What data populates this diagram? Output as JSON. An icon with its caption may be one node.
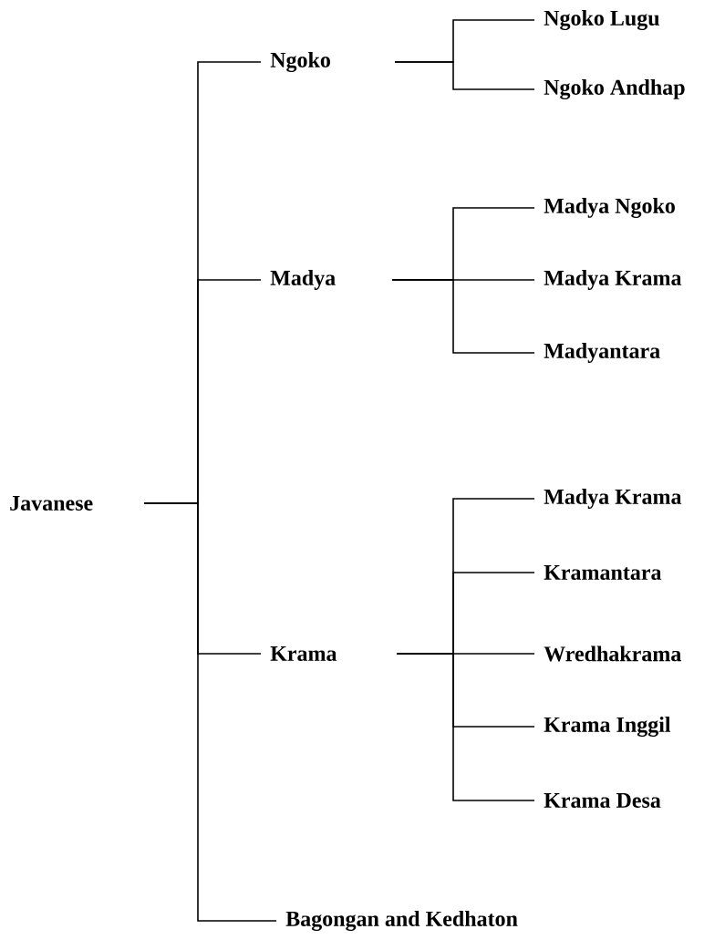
{
  "diagram": {
    "nodes": [
      {
        "text": [
          "Javanese"
        ]
      },
      {
        "text": [
          "Ngoko"
        ]
      },
      {
        "text": [
          "Madya"
        ]
      },
      {
        "text": [
          "Krama"
        ]
      },
      {
        "text": [
          "Bagongan and Kedhaton"
        ]
      },
      {
        "text": [
          "Ngoko Lugu"
        ]
      },
      {
        "text": [
          "Ngoko Andhap"
        ]
      },
      {
        "text": [
          "Madya Ngoko"
        ]
      },
      {
        "text": [
          "Madya Krama"
        ]
      },
      {
        "text": [
          "Madyantara"
        ]
      },
      {
        "text": [
          "Madya Krama"
        ]
      },
      {
        "text": [
          "Kramantara"
        ]
      },
      {
        "text": [
          "Wredhakrama"
        ]
      },
      {
        "text": [
          "Krama Inggil"
        ]
      },
      {
        "text": [
          "Krama Desa"
        ]
      }
    ],
    "edges": [
      {
        "from": 0,
        "to": 1,
        "arrow": "none"
      },
      {
        "from": 0,
        "to": 2,
        "arrow": "none"
      },
      {
        "from": 0,
        "to": 3,
        "arrow": "none"
      },
      {
        "from": 0,
        "to": 4,
        "arrow": "none"
      },
      {
        "from": 1,
        "to": 5,
        "arrow": "none"
      },
      {
        "from": 1,
        "to": 6,
        "arrow": "none"
      },
      {
        "from": 2,
        "to": 7,
        "arrow": "none"
      },
      {
        "from": 2,
        "to": 8,
        "arrow": "none"
      },
      {
        "from": 2,
        "to": 9,
        "arrow": "none"
      },
      {
        "from": 3,
        "to": 10,
        "arrow": "none"
      },
      {
        "from": 3,
        "to": 11,
        "arrow": "none"
      },
      {
        "from": 3,
        "to": 12,
        "arrow": "none"
      },
      {
        "from": 3,
        "to": 13,
        "arrow": "none"
      },
      {
        "from": 3,
        "to": 14,
        "arrow": "none"
      }
    ]
  }
}
